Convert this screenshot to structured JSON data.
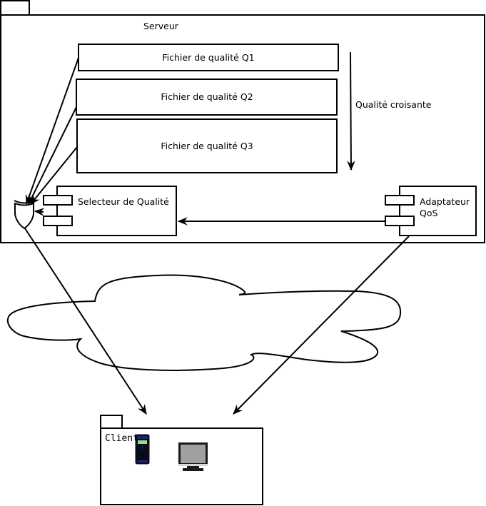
{
  "server": {
    "label": "Serveur",
    "files": [
      {
        "label": "Fichier de qualité Q1"
      },
      {
        "label": "Fichier de qualité Q2"
      },
      {
        "label": "Fichier de qualité Q3"
      }
    ],
    "quality_arrow_label": "Qualité croisante",
    "selector": {
      "label": "Selecteur de Qualité"
    },
    "adapter": {
      "label_line1": "Adaptateur",
      "label_line2": "QoS"
    }
  },
  "client": {
    "label": "Client",
    "icons": [
      "server-tower-icon",
      "monitor-icon"
    ]
  },
  "network": {
    "icon": "cloud-shape"
  },
  "colors": {
    "stroke": "#000000",
    "tower_body": "#0a0a1a",
    "tower_accent": "#1a237e",
    "tower_led": "#8be38b",
    "monitor_screen": "#a0a0a0",
    "monitor_frame": "#1a1a1a"
  }
}
